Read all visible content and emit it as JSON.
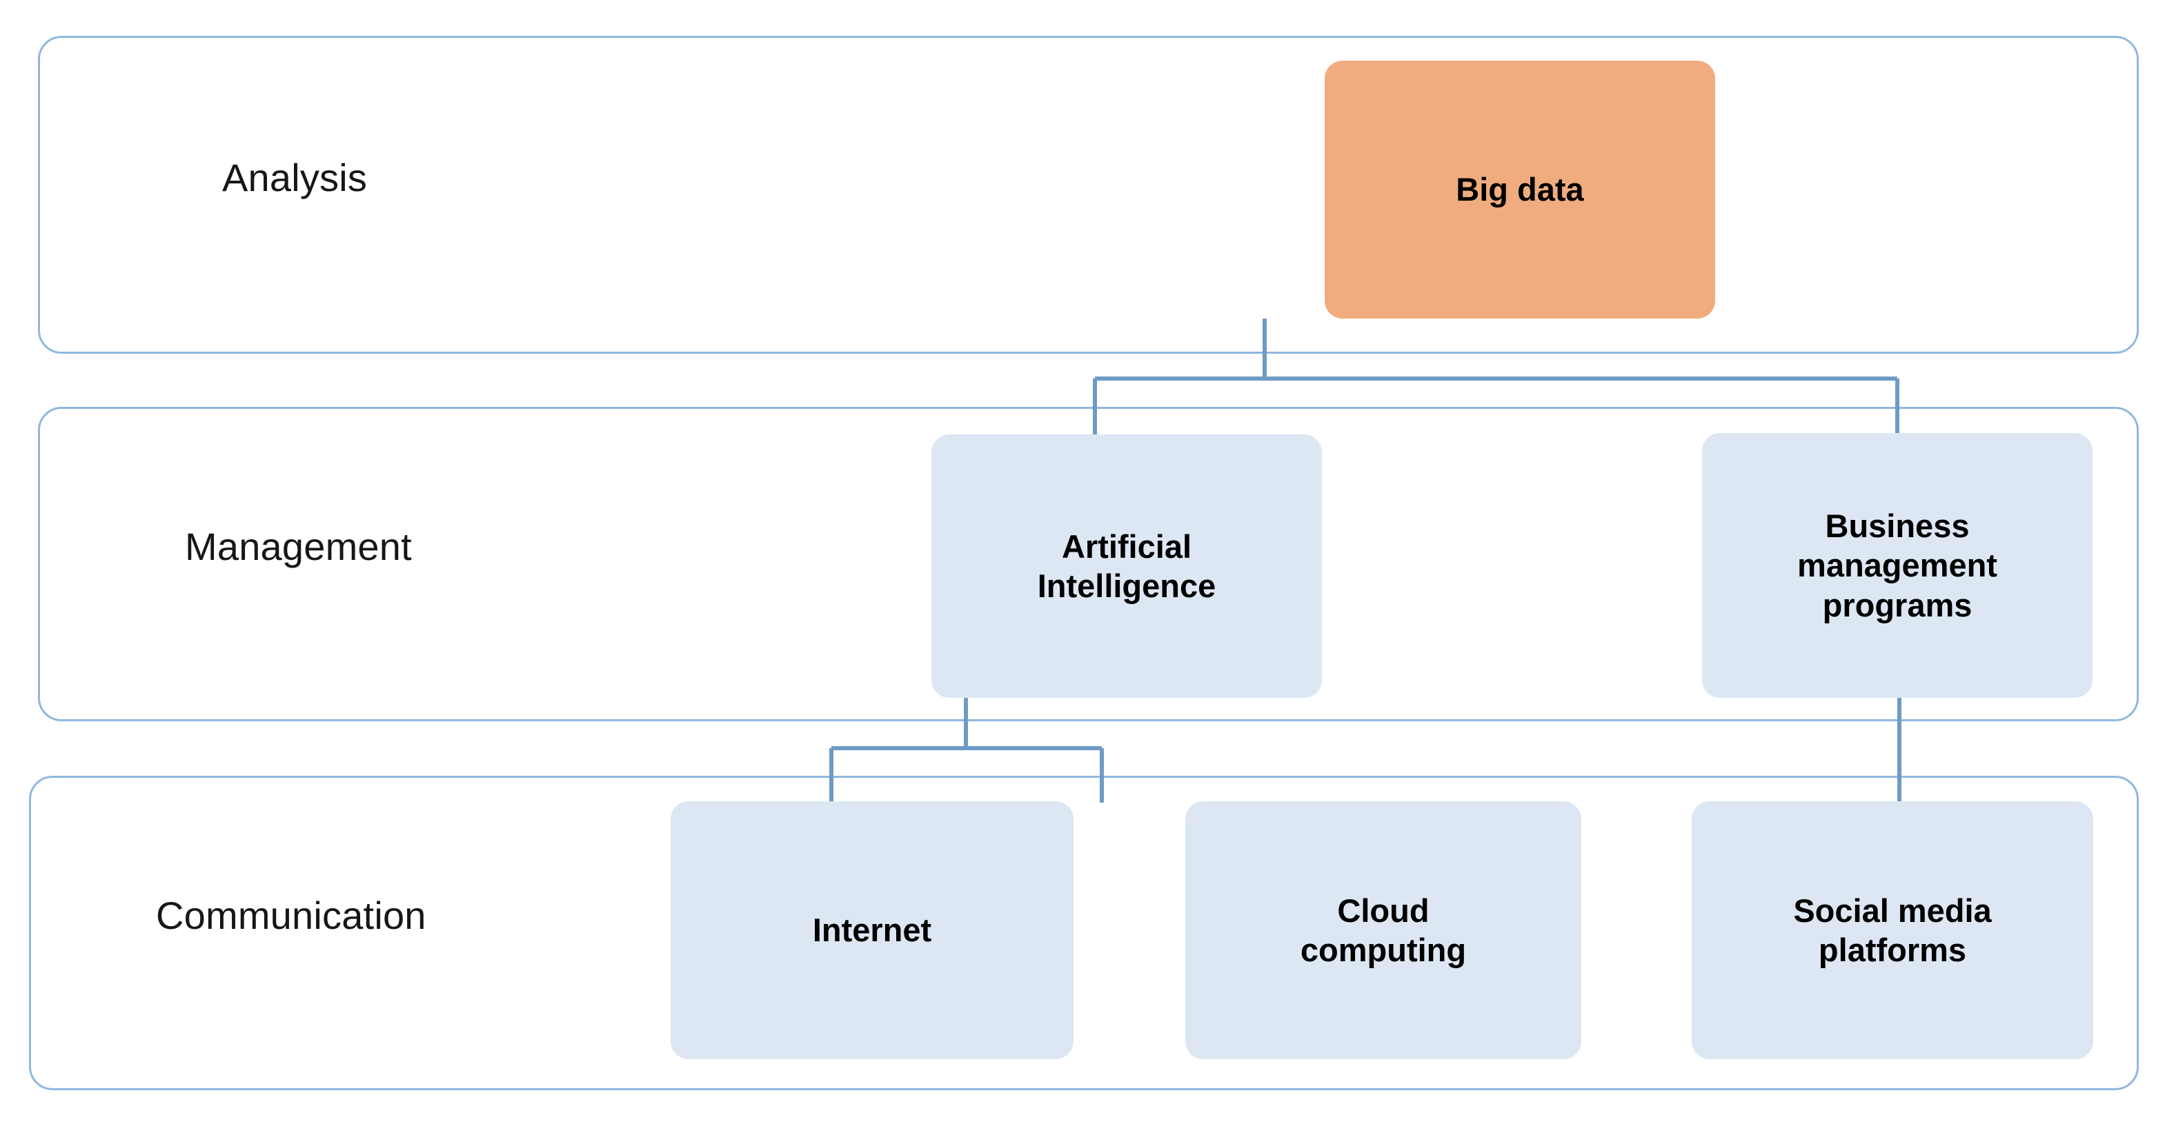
{
  "diagram": {
    "title": "Big data hierarchy diagram",
    "type": "hierarchy-tree",
    "colors": {
      "accent_node": "#F0AC7E",
      "soft_node": "#DCE7F3",
      "frame_border": "#8FB8E0",
      "connector_line": "#6E9BC5",
      "text": "#000000",
      "background": "#FFFFFF"
    },
    "rows": [
      {
        "id": "analysis",
        "label": "Analysis"
      },
      {
        "id": "management",
        "label": "Management"
      },
      {
        "id": "communication",
        "label": "Communication"
      }
    ],
    "nodes": [
      {
        "id": "big-data",
        "label": "Big data",
        "row": "analysis",
        "style": "accent",
        "level": 1
      },
      {
        "id": "artificial-intelligence",
        "label": "Artificial\nIntelligence",
        "row": "management",
        "style": "soft",
        "level": 2
      },
      {
        "id": "business-management-programs",
        "label": "Business\nmanagement\nprograms",
        "row": "management",
        "style": "soft",
        "level": 2
      },
      {
        "id": "internet",
        "label": "Internet",
        "row": "communication",
        "style": "soft",
        "level": 3
      },
      {
        "id": "cloud-computing",
        "label": "Cloud\ncomputing",
        "row": "communication",
        "style": "soft",
        "level": 3
      },
      {
        "id": "social-media-platforms",
        "label": "Social media\nplatforms",
        "row": "communication",
        "style": "soft",
        "level": 3
      }
    ],
    "edges": [
      {
        "from": "big-data",
        "to": "artificial-intelligence"
      },
      {
        "from": "big-data",
        "to": "business-management-programs"
      },
      {
        "from": "artificial-intelligence",
        "to": "internet"
      },
      {
        "from": "artificial-intelligence",
        "to": "cloud-computing"
      },
      {
        "from": "business-management-programs",
        "to": "social-media-platforms"
      }
    ]
  }
}
